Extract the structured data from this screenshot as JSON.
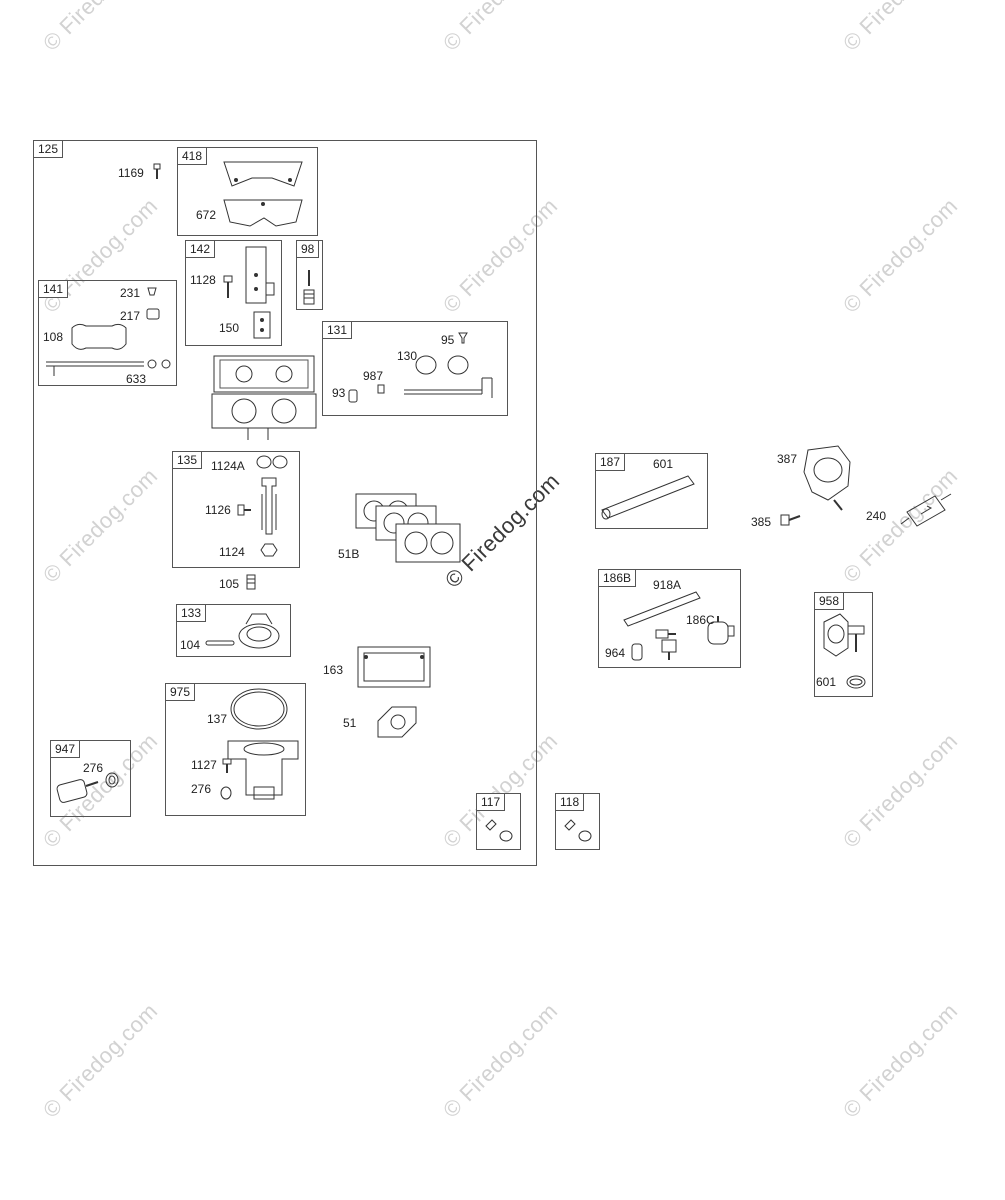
{
  "watermark": "© Firedog.com",
  "groups": {
    "g125": "125",
    "g418": "418",
    "g142": "142",
    "g98": "98",
    "g141": "141",
    "g131": "131",
    "g135": "135",
    "g133": "133",
    "g975": "975",
    "g947": "947",
    "g117": "117",
    "g118": "118",
    "g187": "187",
    "g186b": "186B",
    "g958": "958"
  },
  "labels": {
    "p1169": "1169",
    "p672": "672",
    "p1128": "1128",
    "p150": "150",
    "p231": "231",
    "p217": "217",
    "p108": "108",
    "p633": "633",
    "p95": "95",
    "p130": "130",
    "p987": "987",
    "p93": "93",
    "p1124a": "1124A",
    "p1126": "1126",
    "p1124": "1124",
    "p51b": "51B",
    "p105": "105",
    "p104": "104",
    "p163": "163",
    "p51": "51",
    "p137": "137",
    "p1127": "1127",
    "p276a": "276",
    "p276b": "276",
    "p601a": "601",
    "p387": "387",
    "p385": "385",
    "p240": "240",
    "p918a": "918A",
    "p186c": "186C",
    "p964": "964",
    "p601b": "601"
  }
}
